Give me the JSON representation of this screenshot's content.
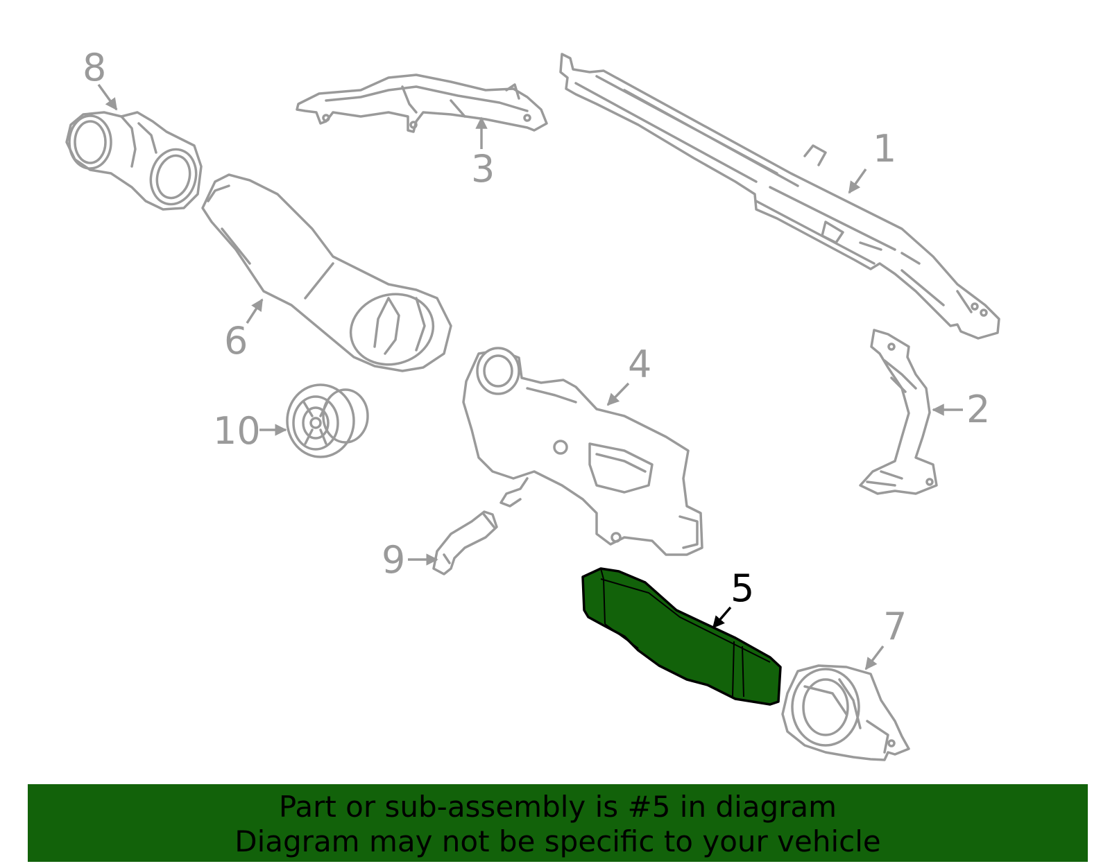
{
  "callouts": {
    "c1": "1",
    "c2": "2",
    "c3": "3",
    "c4": "4",
    "c5": "5",
    "c6": "6",
    "c7": "7",
    "c8": "8",
    "c9": "9",
    "c10": "10"
  },
  "highlighted_part": "5",
  "colors": {
    "highlight": "#12620a",
    "outline": "#9a9a9a",
    "active": "#000000"
  },
  "banner": {
    "line1": "Part or sub-assembly is #5 in diagram",
    "line2": "Diagram may not be specific to your vehicle"
  }
}
